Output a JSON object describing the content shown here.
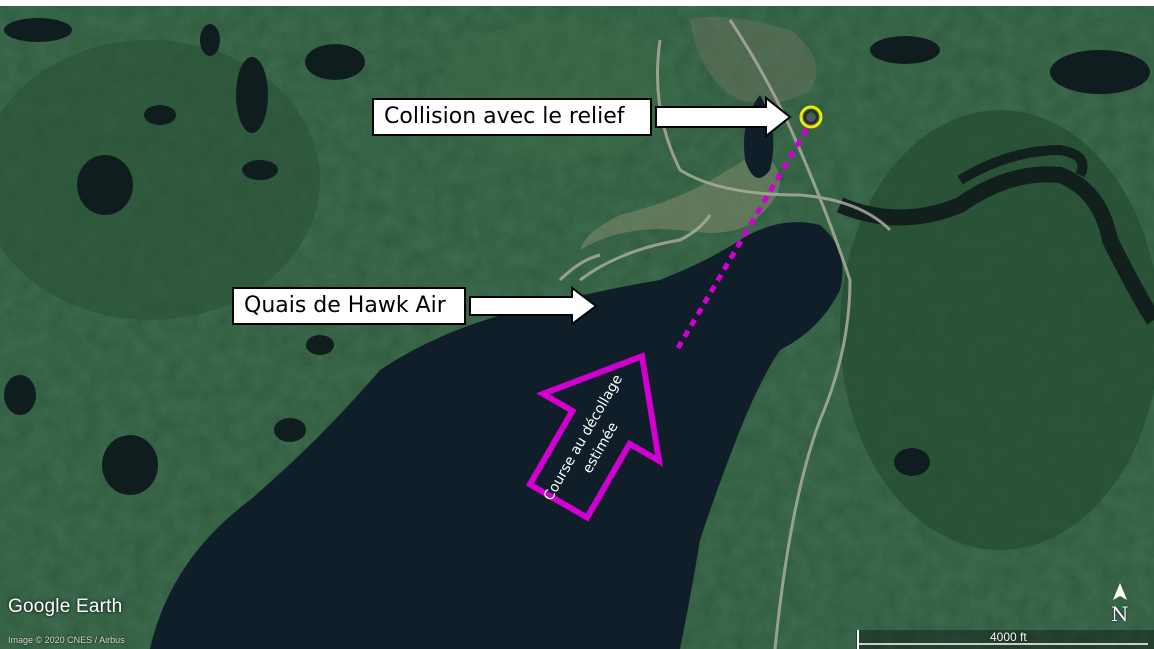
{
  "annotations": {
    "collision_label": "Collision avec le relief",
    "docks_label": "Quais de Hawk Air",
    "takeoff_label_line1": "Course au décollage",
    "takeoff_label_line2": "estimée"
  },
  "map": {
    "brand": "Google Earth",
    "credit": "Image © 2020 CNES / Airbus",
    "scale_text": "4000 ft",
    "north_letter": "N"
  },
  "colors": {
    "takeoff_path": "#d100d1",
    "collision_marker": "#f0ea00",
    "label_border": "#000000",
    "forest": "#2f5a3c",
    "lake": "#0f1e28"
  }
}
